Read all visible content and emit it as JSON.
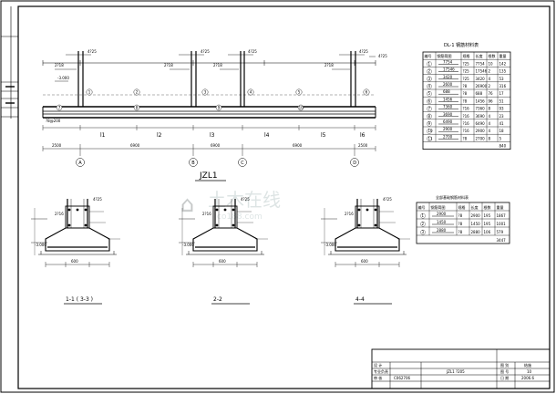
{
  "main_title": "JZL1",
  "watermark": {
    "brand": "土木在线",
    "site": "co188.com"
  },
  "beam": {
    "axes": [
      "A",
      "B",
      "C",
      "D"
    ],
    "spans": [
      "6900",
      "6900",
      "6900"
    ],
    "overhangs": [
      "2500",
      "2500"
    ],
    "elev": "-3.000",
    "top_bar": "4?25",
    "bot_bar": "2?18",
    "stirrup": "?8@200",
    "row_labels": [
      "l1",
      "l2",
      "l3",
      "l4",
      "l5",
      "l6"
    ],
    "circle_ids": [
      "1",
      "2",
      "3",
      "4",
      "5",
      "6",
      "7",
      "8",
      "9",
      "10"
    ]
  },
  "sections": [
    {
      "label": "1-1 ( 3-3 )",
      "bars_top": "4?25",
      "bars_side": "2?16",
      "bottom": "-3.000",
      "width": "600"
    },
    {
      "label": "2-2",
      "bars_top": "4?25",
      "bars_side": "2?16",
      "bottom": "-3.000",
      "width": "600"
    },
    {
      "label": "4-4",
      "bars_top": "4?25",
      "bars_side": "2?16",
      "bottom": "-3.000",
      "width": "600"
    }
  ],
  "table1": {
    "title": "DL-1  钢筋材料表",
    "headers": [
      "编号",
      "钢筋简图",
      "规格",
      "长度",
      "根数",
      "重量"
    ],
    "rows": [
      [
        "1",
        "7754",
        "?25",
        "7754",
        "10",
        "142"
      ],
      [
        "2",
        "17546",
        "?25",
        "17546",
        "2",
        "135"
      ],
      [
        "3",
        "3420",
        "?25",
        "3420",
        "4",
        "53"
      ],
      [
        "4",
        "2600",
        "?8",
        "26900",
        "2",
        "316"
      ],
      [
        "5",
        "688",
        "?8",
        "688",
        "76",
        "17"
      ],
      [
        "6",
        "1456",
        "?8",
        "1456",
        "96",
        "51"
      ],
      [
        "7",
        "7360",
        "?16",
        "7360",
        "8",
        "93"
      ],
      [
        "8",
        "3690",
        "?16",
        "3690",
        "4",
        "23"
      ],
      [
        "9",
        "6490",
        "?16",
        "6490",
        "4",
        "41"
      ],
      [
        "10",
        "2900",
        "?16",
        "2900",
        "4",
        "18"
      ],
      [
        "11",
        "2700",
        "?8",
        "2700",
        "8",
        "5"
      ]
    ],
    "total": "840"
  },
  "table2": {
    "title": "全部基础钢筋材料表",
    "headers": [
      "编号",
      "钢筋简图",
      "规格",
      "长度",
      "根数",
      "重量"
    ],
    "rows": [
      [
        "1",
        "2900",
        "?8",
        "2900",
        "195",
        "1867"
      ],
      [
        "2",
        "1450",
        "?8",
        "1450",
        "195",
        "1001"
      ],
      [
        "3",
        "2880",
        "?8",
        "2880",
        "106",
        "579"
      ]
    ],
    "total": "3447"
  },
  "title_block": {
    "labels": [
      "设 计",
      "专业负责",
      "审 核"
    ],
    "designer": "C062706",
    "drawing_name": "JZL1 ?205",
    "right_labels": [
      "图 别",
      "图 号",
      "日 期"
    ],
    "right_values": [
      "结施",
      "10",
      "2006.6"
    ]
  }
}
